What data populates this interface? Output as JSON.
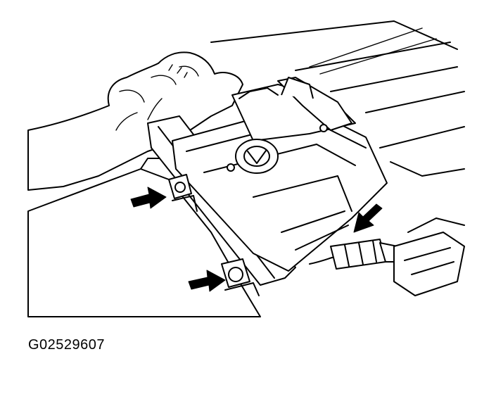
{
  "figure": {
    "code": "G02529607"
  },
  "palette": {
    "line": "#000000",
    "background": "#ffffff"
  },
  "icons": [
    "hand-illustration",
    "component-assembly",
    "callout-arrow"
  ]
}
